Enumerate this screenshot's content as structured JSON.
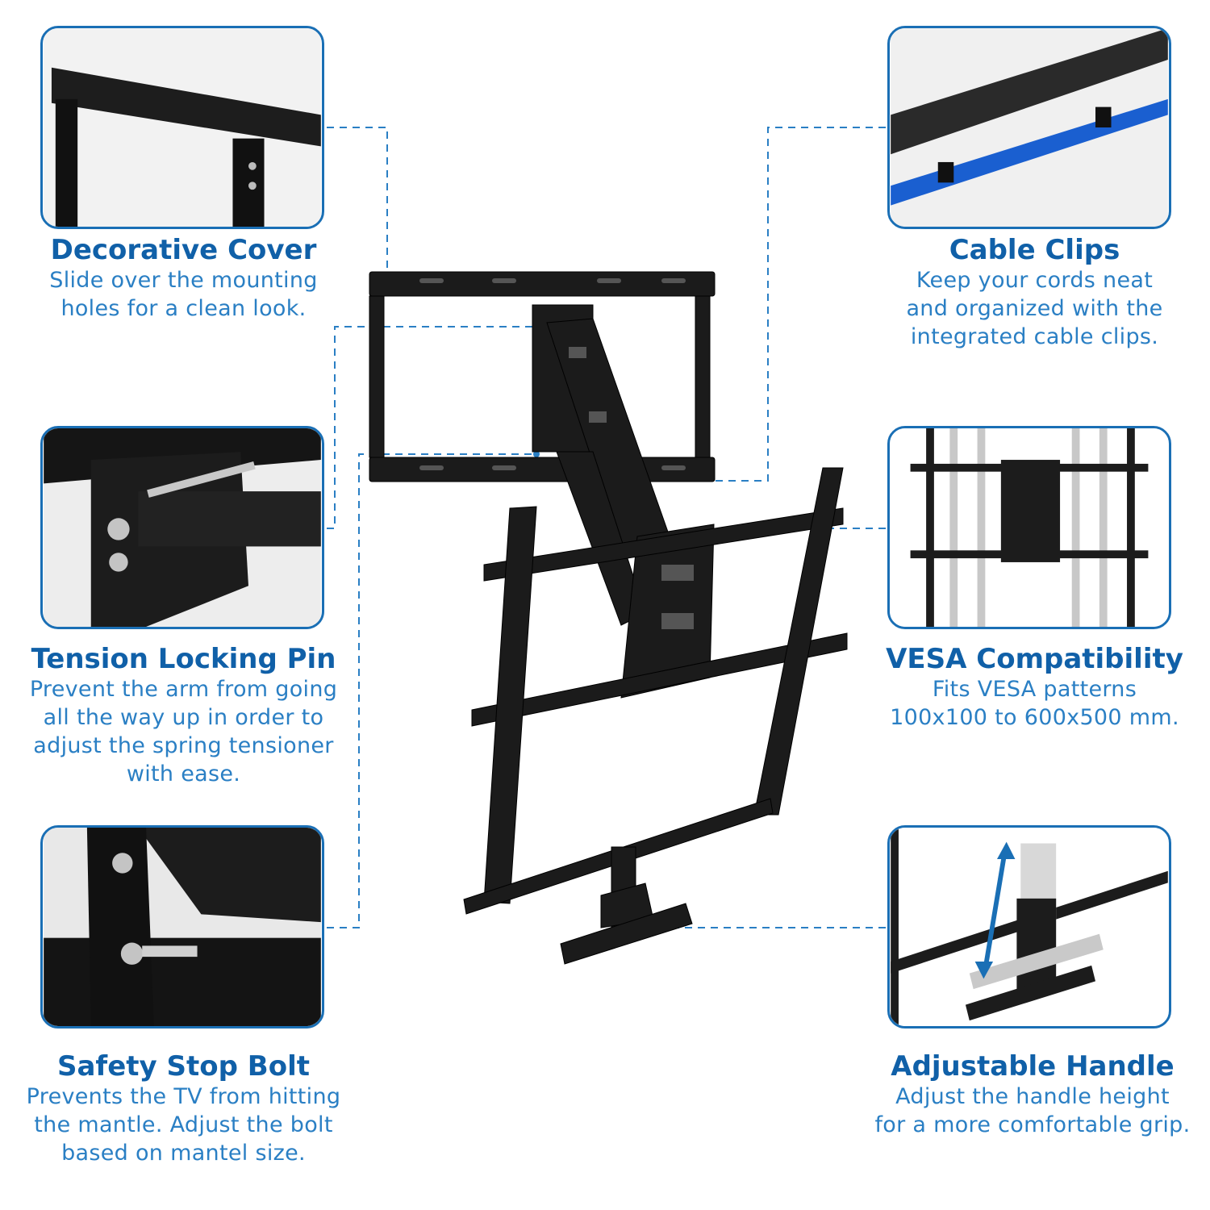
{
  "theme": {
    "accent": "#1a6fb5",
    "title_color": "#1060a8",
    "desc_color": "#2a7fc4",
    "product_color": "#1b1b1b"
  },
  "features": [
    {
      "title": "Decorative Cover",
      "description": "Slide over the mounting\nholes for a clean look.",
      "photo": "decorative-cover-closeup"
    },
    {
      "title": "Tension Locking Pin",
      "description": "Prevent the arm from going\nall the way up in order to\nadjust the spring tensioner\nwith ease.",
      "photo": "tension-locking-pin-closeup"
    },
    {
      "title": "Safety Stop Bolt",
      "description": "Prevents the TV from hitting\nthe mantle. Adjust the bolt\nbased on mantel size.",
      "photo": "safety-stop-bolt-closeup"
    },
    {
      "title": "Cable Clips",
      "description": "Keep your cords neat\nand organized with the\nintegrated cable clips.",
      "photo": "cable-clips-closeup"
    },
    {
      "title": "VESA Compatibility",
      "description": "Fits VESA patterns\n100x100 to 600x500 mm.",
      "photo": "vesa-bracket-diagram"
    },
    {
      "title": "Adjustable Handle",
      "description": "Adjust the handle height\nfor a more comfortable grip.",
      "photo": "adjustable-handle-closeup"
    }
  ],
  "product_image": "pull-down-tv-wall-mount"
}
